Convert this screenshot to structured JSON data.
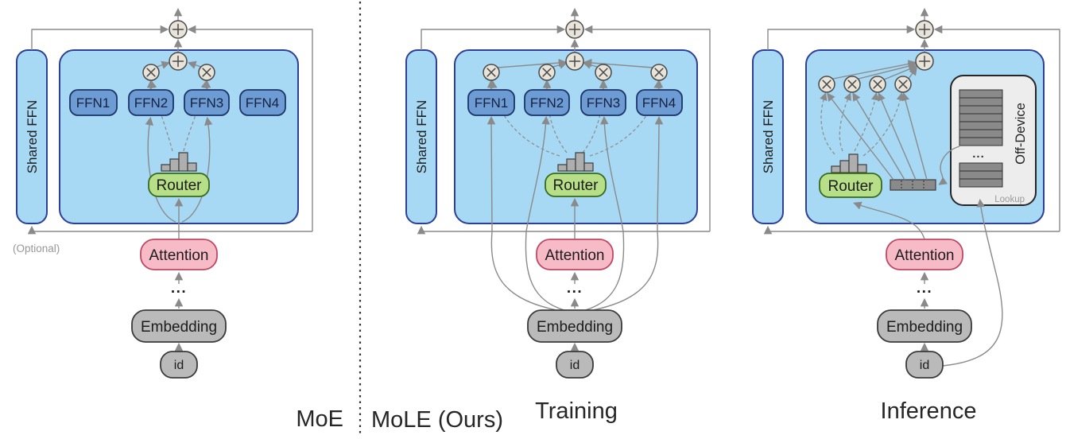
{
  "figure": {
    "type": "architecture-diagram",
    "divider_style": "dotted"
  },
  "colors": {
    "background": "#ffffff",
    "block_fill": "#a7d9f4",
    "block_border": "#2e3f96",
    "expert_fill": "#6d9bd3",
    "expert_border": "#1d3468",
    "router_fill": "#b7df88",
    "router_border": "#376a1d",
    "attention_fill": "#f7bac7",
    "attention_border": "#c04763",
    "token_fill": "#bababa",
    "token_border": "#3a3a3a",
    "wire": "#8a8a8a",
    "node_fill": "#e8e4da",
    "node_border": "#4a4a4a",
    "histogram_fill": "#aeaeae",
    "lookup_fill": "#ededed",
    "lookup_border": "#262626",
    "lookup_row_fill": "#8a8a8a",
    "caption_text": "#262626",
    "note_text": "#979797"
  },
  "panels": {
    "moe": {
      "caption": "MoE",
      "shared_ffn_label": "Shared FFN",
      "optional_note": "(Optional)",
      "experts": [
        "FFN1",
        "FFN2",
        "FFN3",
        "FFN4"
      ],
      "router_label": "Router",
      "router_histogram": [
        8,
        15,
        23,
        10
      ],
      "attention_label": "Attention",
      "layer_dots": "...",
      "embedding_label": "Embedding",
      "token_label": "id"
    },
    "mole_training": {
      "group_caption": "MoLE (Ours)",
      "caption": "Training",
      "shared_ffn_label": "Shared FFN",
      "experts": [
        "FFN1",
        "FFN2",
        "FFN3",
        "FFN4"
      ],
      "router_label": "Router",
      "router_histogram": [
        8,
        15,
        23,
        10
      ],
      "attention_label": "Attention",
      "layer_dots": "...",
      "embedding_label": "Embedding",
      "token_label": "id"
    },
    "mole_inference": {
      "caption": "Inference",
      "shared_ffn_label": "Shared FFN",
      "router_label": "Router",
      "router_histogram": [
        8,
        15,
        23,
        10
      ],
      "attention_label": "Attention",
      "layer_dots": "...",
      "embedding_label": "Embedding",
      "token_label": "id",
      "multiply_nodes": 4,
      "lookup": {
        "off_device_label": "Off-Device",
        "lookup_label": "Lookup",
        "dots": "...",
        "table_rows": [
          7,
          3
        ],
        "vector_segments": 4
      }
    }
  }
}
